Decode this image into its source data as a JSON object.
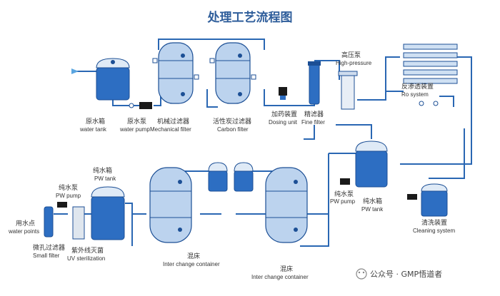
{
  "title": "处理工艺流程图",
  "labels": {
    "raw_tank": {
      "zh": "原水箱",
      "en": "water tank"
    },
    "raw_pump": {
      "zh": "原水泵",
      "en": "water pump"
    },
    "mech_filter": {
      "zh": "机械过滤器",
      "en": "Mechanical filter"
    },
    "carbon_filter": {
      "zh": "活性炭过滤器",
      "en": "Carbon filter"
    },
    "dosing": {
      "zh": "加药装置",
      "en": "Dosing unit"
    },
    "fine_filter": {
      "zh": "精滤器",
      "en": "Fine filter"
    },
    "hp_pump": {
      "zh": "高压泵",
      "en": "High-pressure"
    },
    "ro": {
      "zh": "反渗透装置",
      "en": "Ro system"
    },
    "pw_pump_right": {
      "zh": "纯水泵",
      "en": "PW pump"
    },
    "pw_tank_right": {
      "zh": "纯水箱",
      "en": "PW tank"
    },
    "cleaning": {
      "zh": "清洗装置",
      "en": "Cleaning system"
    },
    "mixed_bed_1": {
      "zh": "混床",
      "en": "Inter change container"
    },
    "mixed_bed_2": {
      "zh": "混床",
      "en": "Inter change container"
    },
    "pw_tank_left": {
      "zh": "纯水箱",
      "en": "PW tank"
    },
    "pw_pump_left": {
      "zh": "纯水泵",
      "en": "PW pump"
    },
    "water_points": {
      "zh": "用水点",
      "en": "water points"
    },
    "small_filter": {
      "zh": "微孔过滤器",
      "en": "Small filter"
    },
    "uv": {
      "zh": "紫外线灭菌",
      "en": "UV sterilization"
    }
  },
  "watermark": "公众号 · GMP悟道者",
  "colors": {
    "title": "#2f5e9b",
    "pipe": "#2a67b3",
    "tank": "#2d6ec2",
    "vessel": "#bcd3ee"
  }
}
